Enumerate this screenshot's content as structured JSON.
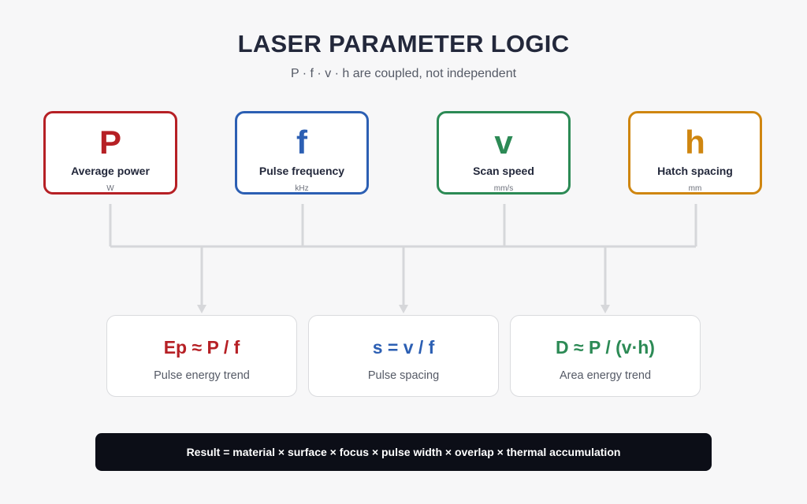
{
  "header": {
    "title": "LASER PARAMETER LOGIC",
    "subtitle": "P · f · v · h  are coupled, not independent"
  },
  "parameters": [
    {
      "symbol": "P",
      "name": "Average power",
      "unit": "W",
      "color": "#b62025"
    },
    {
      "symbol": "f",
      "name": "Pulse frequency",
      "unit": "kHz",
      "color": "#2c5fb3"
    },
    {
      "symbol": "v",
      "name": "Scan speed",
      "unit": "mm/s",
      "color": "#2c8a55"
    },
    {
      "symbol": "h",
      "name": "Hatch spacing",
      "unit": "mm",
      "color": "#cf8610"
    }
  ],
  "formulas": [
    {
      "expression": "Ep ≈ P / f",
      "description": "Pulse energy trend",
      "color": "#b62025"
    },
    {
      "expression": "s = v / f",
      "description": "Pulse spacing",
      "color": "#2c5fb3"
    },
    {
      "expression": "D ≈ P / (v·h)",
      "description": "Area energy trend",
      "color": "#2c8a55"
    }
  ],
  "result": {
    "text": "Result = material × surface × focus × pulse width × overlap × thermal accumulation"
  },
  "colors": {
    "connector": "#d6d7da",
    "result_bg": "#0c0e17"
  }
}
